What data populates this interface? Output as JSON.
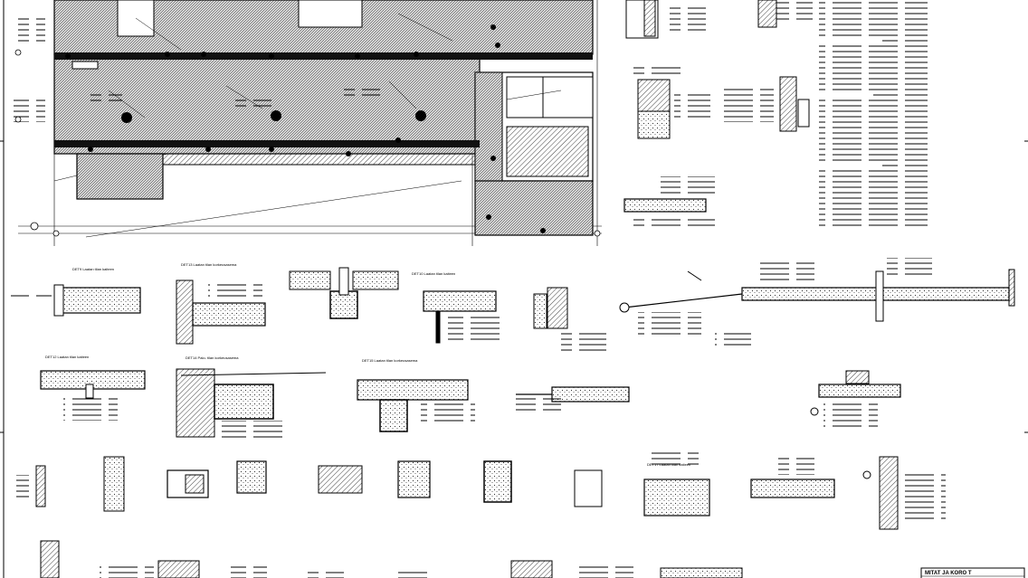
{
  "drawing": {
    "title_block": {
      "title": "MITAT JA KORO T"
    },
    "detail_labels": [
      "DET9 Laatan tilan kaiteen",
      "DET13 Laatan tilan korkeusasema",
      "DET10 Laatan tilan kaiteen",
      "DET12 Laatan tilan kaiteen",
      "DET14 Palo- tilan korkeusasema",
      "DET15 Laatan tilan korkeusasema",
      "DET17 Laatan tilan kaiteen"
    ]
  }
}
